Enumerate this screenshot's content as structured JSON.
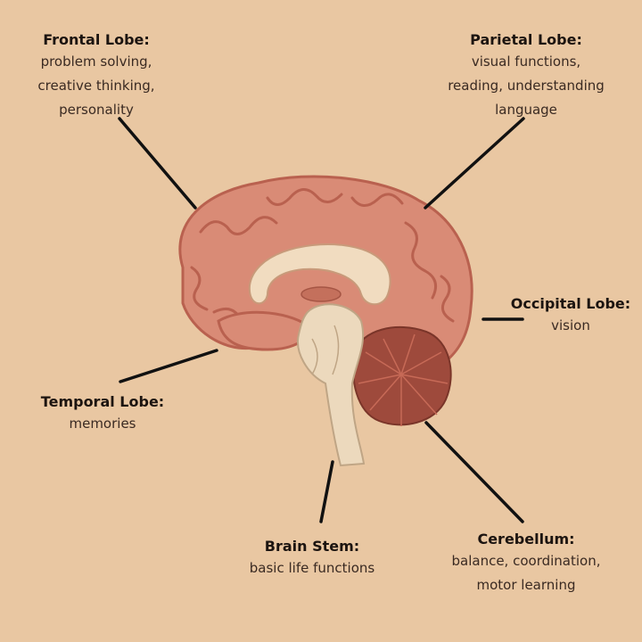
{
  "labels": {
    "frontal": {
      "title": "Frontal Lobe:",
      "lines": [
        "problem solving,",
        "creative thinking,",
        "personality"
      ]
    },
    "parietal": {
      "title": "Parietal Lobe:",
      "lines": [
        "visual functions,",
        "reading, understanding",
        "language"
      ]
    },
    "occipital": {
      "title": "Occipital Lobe:",
      "lines": [
        "vision"
      ]
    },
    "temporal": {
      "title": "Temporal Lobe:",
      "lines": [
        "memories"
      ]
    },
    "brainstem": {
      "title": "Brain Stem:",
      "lines": [
        "basic life functions"
      ]
    },
    "cerebellum": {
      "title": "Cerebellum:",
      "lines": [
        "balance, coordination,",
        "motor learning"
      ]
    }
  },
  "colors": {
    "background": "#e9c7a2",
    "cerebrum": "#d98b76",
    "cerebrum_shade": "#b9614f",
    "cerebellum": "#9e4a3c",
    "brainstem": "#ecd9bd",
    "connector": "#111111"
  }
}
